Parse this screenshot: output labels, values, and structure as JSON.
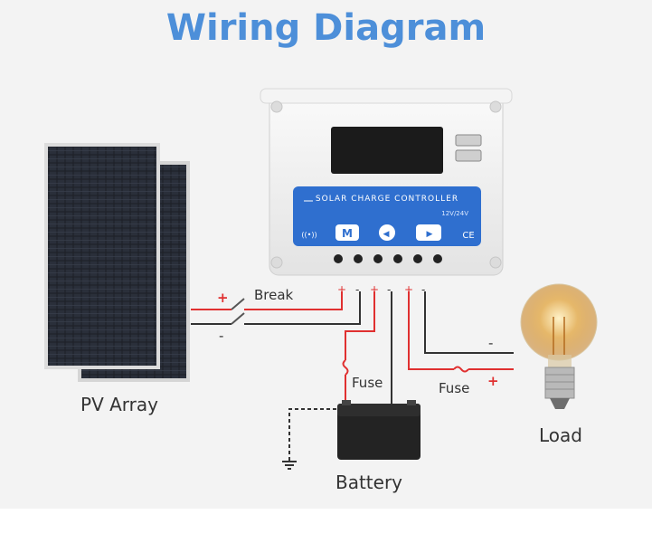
{
  "title": "Wiring Diagram",
  "controller": {
    "panel_label": "SOLAR CHARGE CONTROLLER",
    "voltage_label": "12V/24V",
    "buttons": [
      "M",
      "◀",
      "▶"
    ],
    "ce_mark": "CE",
    "sound_icon": "((•))"
  },
  "labels": {
    "pv_array": "PV Array",
    "battery": "Battery",
    "load": "Load",
    "break": "Break",
    "fuse_battery": "Fuse",
    "fuse_load": "Fuse"
  },
  "polarity": {
    "pv_plus": "+",
    "pv_minus": "-",
    "term_pv_plus": "+",
    "term_pv_minus": "-",
    "term_bat_plus": "+",
    "term_bat_minus": "-",
    "term_load_plus": "+",
    "term_load_minus": "-",
    "load_minus": "-",
    "load_plus": "+"
  },
  "colors": {
    "title": "#4d8fd9",
    "positive_wire": "#e03030",
    "negative_wire": "#333333",
    "panel_blue": "#2f6fcf"
  }
}
